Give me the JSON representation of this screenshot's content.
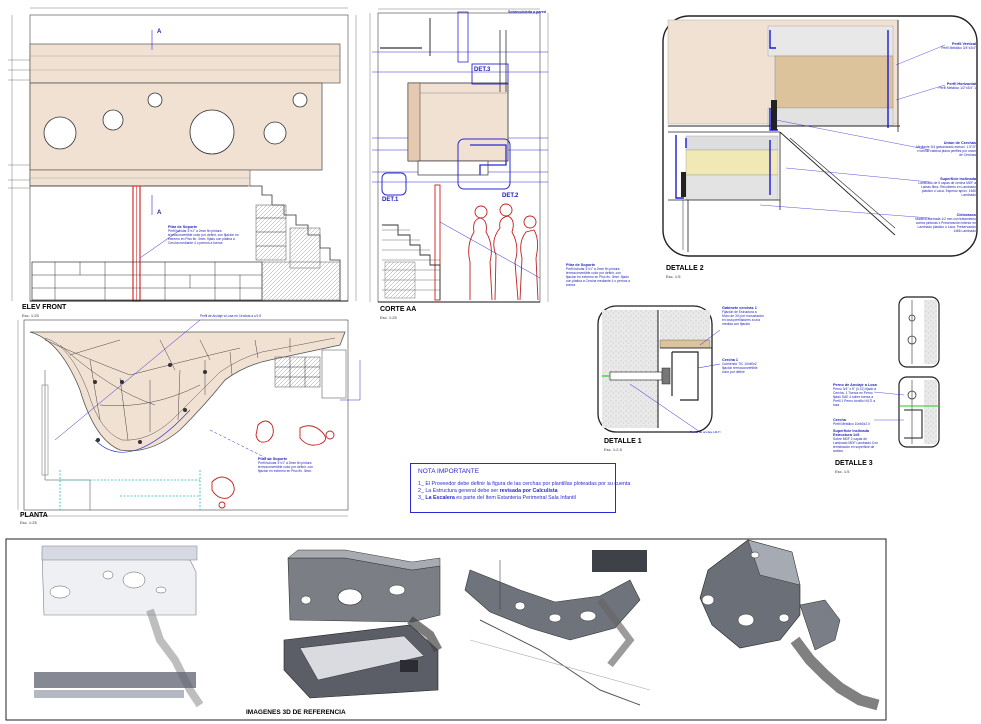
{
  "views": {
    "elev_front": {
      "title": "ELEV FRONT",
      "scale": "Esc. 1:25"
    },
    "corte_aa": {
      "title": "CORTE AA",
      "scale": "Esc. 1:25"
    },
    "planta": {
      "title": "PLANTA",
      "scale": "Esc. 1:25"
    },
    "detalle1": {
      "title": "DETALLE 1",
      "scale": "Esc. 1:2,5"
    },
    "detalle2": {
      "title": "DETALLE 2",
      "scale": "Esc. 1:5"
    },
    "detalle3": {
      "title": "DETALLE 3",
      "scale": "Esc. 1:5"
    },
    "ref3d": {
      "title": "IMAGENES 3D DE REFERENCIA"
    }
  },
  "markers": {
    "det1": "DET.1",
    "det2": "DET.2",
    "det3": "DET.3",
    "section_a": "A",
    "sobre_muro": "Sobrecubierta a pared"
  },
  "notes": {
    "pilar_elev": {
      "title": "Pilar de Soporte",
      "text": "Perfil tubular 3\"x1\" a 2mm fin pintura termoconvertible color por definir, con fijación en extremo en Piso fin. 3mm. fijado con platina a Cercha mediante 4 o pernos a tuerca"
    },
    "pilar_corte": {
      "title": "Pilar de Soporte",
      "text": "Perfil tubular 3\"x1\" a 2mm fin pintura termoconvertible color por definir, con fijación en extremo en Piso fin. 3mm. fijado con platina a Cercha mediante 4 o pernos a tuerca"
    },
    "pilar_planta": {
      "title": "Pilar de Soporte",
      "text": "Perfil tubular 3\"x1\" a 2mm fin pintura termoconvertible color por definir, con fijación en extremo en Piso fin. 3mm."
    },
    "planta_top": "Perfil de Anclaje a Losa en Cerchas a c/1.5",
    "d2_perfil_vertical": {
      "title": "Perfil Vertical",
      "text": "Perfil Metálico 3/4\"x3/4\""
    },
    "d2_perfil_horizontal": {
      "title": "Perfil Horizontal",
      "text": "Perfil Metálico 1/2\"x3/4\" 1"
    },
    "d2_union": {
      "title": "Union de Cerchas",
      "text": "Mediante 3/4 galvanizado estruct. 1.5\"/3\" x tornillo cabeza plana perfiles por union de Cerchas"
    },
    "d2_superficie": {
      "title": "Superficie Inclinada",
      "text": "Laminado de 5 capas de cercha MDF a Lamas fibra. Recubierto en Laminado plastico o Laca. Espesor aprox. 1460 Laminado"
    },
    "d2_cielo": {
      "title": "Cielorasos",
      "text": "Madera aserrada 1/2 mm con tratamiento contra pinturas x Preservación interior en Laminado plastico o Laca. Preservación 1466 Laminado"
    },
    "d1_gabinete": {
      "title": "Gabinete cerchas 1",
      "text": "Fijación de Estructura a Muro de 3/4 por Incrustación en losa perfiladores a una medida con fijación"
    },
    "d1_cercha": {
      "title": "Cercha 1",
      "text": "Cubriendo TIC 10x60x2 fijación termoconvertible color por definir"
    },
    "d1_anclaje": "Perno de anclaje HILTI",
    "d3_perno": {
      "title": "Perno de Anclaje a Losa",
      "text": "Perno 3/4\" x 5\" (0.12) fijado a Cercha. 1 Tuerca en Perno fijado SAE 4 sobre tuerca a Perfil 1 Perno tornillo HILTI a losa"
    },
    "d3_cercha": {
      "title": "Cercha",
      "text": "Perfil Metálico 10x60x2.0"
    },
    "d3_sup": {
      "title": "Superficie Inclinada Estructura 1x5",
      "text": "Sobre MDF 2 capas de Laminado MDF Laminado Con terminación en superficie de ambos"
    }
  },
  "note_box": {
    "heading": "NOTA IMPORTANTE",
    "line1": "1_ El Proveedor debe definir la figura de las cerchas por plantillas ploteadas por su cuenta",
    "line2_pre": "2_ La Estructura general debe ser ",
    "line2_bold": "revisada por Calculista",
    "line3_pre": "3_ ",
    "line3_bold": "La Escalera",
    "line3_post": " es parte del Item Estanteria Perimetral Sala Infantil"
  },
  "colors": {
    "annotation": "#2a2ad0",
    "panel_fill": "#f1e1d3",
    "support_red": "#d23030",
    "detail_wood": "#dcc39c",
    "cream": "#f0e9b5"
  }
}
